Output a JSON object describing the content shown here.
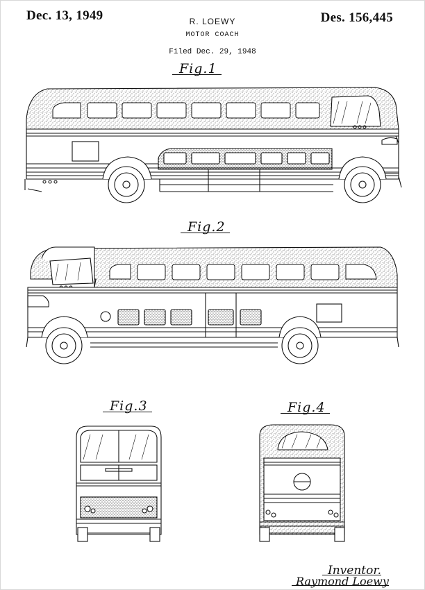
{
  "header": {
    "date": "Dec. 13, 1949",
    "patent_number": "Des. 156,445",
    "inventor": "R. LOEWY",
    "title": "MOTOR COACH",
    "filed": "Filed Dec. 29, 1948"
  },
  "figures": [
    {
      "label": "Fig.1"
    },
    {
      "label": "Fig.2"
    },
    {
      "label": "Fig.3"
    },
    {
      "label": "Fig.4"
    }
  ],
  "signature": {
    "caption": "Inventor.",
    "name": "Raymond Loewy"
  }
}
